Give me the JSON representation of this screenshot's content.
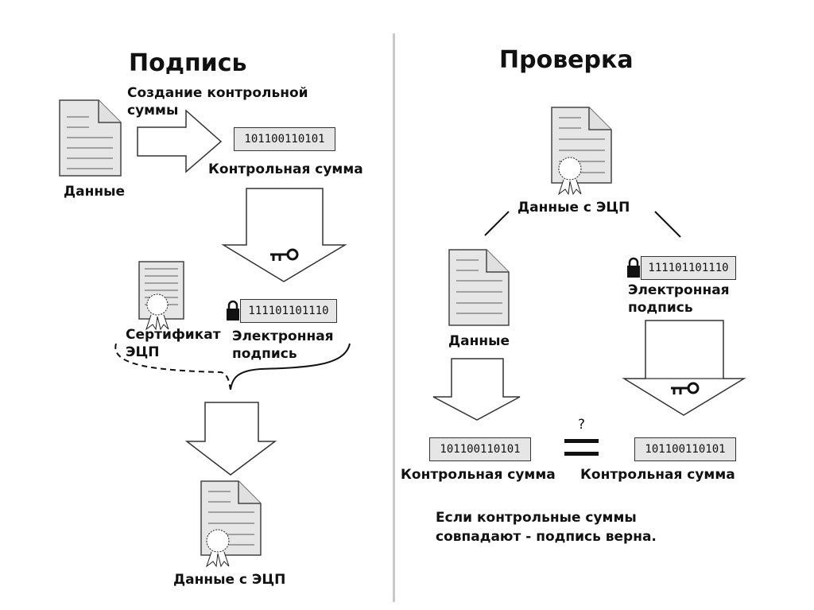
{
  "sign": {
    "title": "Подпись",
    "create_checksum": [
      "Создание контрольной",
      "суммы"
    ],
    "data_label": "Данные",
    "checksum_value": "101100110101",
    "checksum_label": "Контрольная сумма",
    "certificate_label": [
      "Сертификат",
      "ЭЦП"
    ],
    "signature_value": "111101101110",
    "signature_label": [
      "Электронная",
      "подпись"
    ],
    "result_label": "Данные с ЭЦП"
  },
  "verify": {
    "title": "Проверка",
    "signed_data_label": "Данные с ЭЦП",
    "data_label": "Данные",
    "signature_value": "111101101110",
    "signature_label": [
      "Электронная",
      "подпись"
    ],
    "checksum_left_value": "101100110101",
    "checksum_left_label": "Контрольная сумма",
    "checksum_right_value": "101100110101",
    "checksum_right_label": "Контрольная сумма",
    "compare_mark": "?",
    "conclusion": [
      "Если контрольные суммы",
      "совпадают - подпись верна."
    ]
  }
}
